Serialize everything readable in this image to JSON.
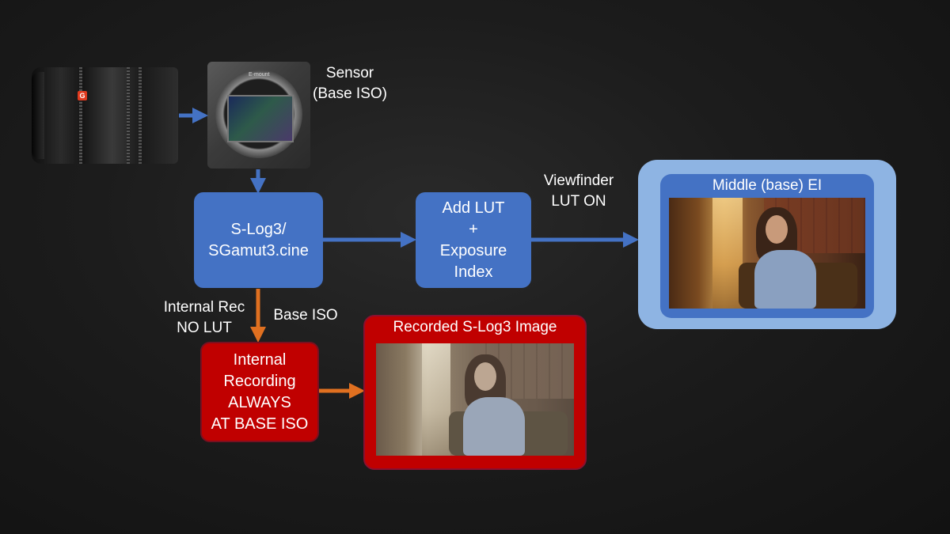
{
  "labels": {
    "sensor": [
      "Sensor",
      "(Base ISO)"
    ],
    "viewfinder": [
      "Viewfinder",
      "LUT ON"
    ],
    "internal_rec": [
      "Internal Rec",
      "NO LUT"
    ],
    "base_iso": "Base ISO"
  },
  "boxes": {
    "slog": [
      "S-Log3/",
      "SGamut3.cine"
    ],
    "lut": [
      "Add LUT",
      "+",
      "Exposure",
      "Index"
    ],
    "internal": [
      "Internal",
      "Recording",
      "ALWAYS",
      "AT BASE ISO"
    ]
  },
  "panels": {
    "middle_title": "Middle (base) EI",
    "recorded_title": "Recorded S-Log3 Image"
  },
  "lens_badge": "G",
  "mount_text": "E-mount",
  "colors": {
    "background": "#1c1c1c",
    "blue_box": "#4472c4",
    "blue_arrow": "#4472c4",
    "orange_arrow": "#e07020",
    "red_box": "#c00000",
    "middle_outer": "#8eb4e3",
    "middle_inner": "#4472c4",
    "text": "#ffffff"
  },
  "icons": [
    "lens-icon",
    "camera-body-icon",
    "sensor-icon"
  ]
}
